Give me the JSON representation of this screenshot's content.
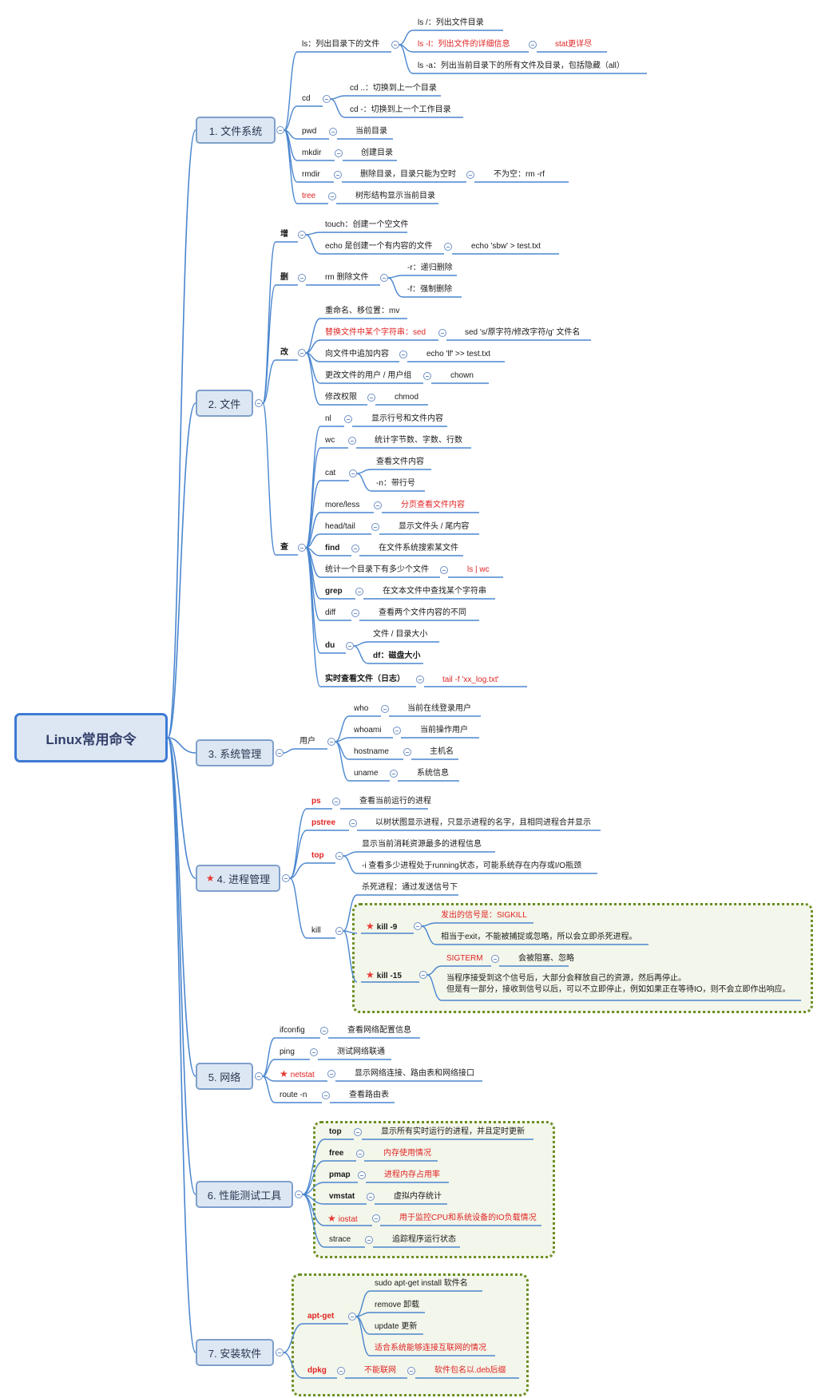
{
  "root": "Linux常用命令",
  "categories": {
    "fs": "1. 文件系统",
    "file": "2. 文件",
    "sys": "3. 系统管理",
    "proc": "4. 进程管理",
    "net": "5. 网络",
    "perf": "6. 性能测试工具",
    "install": "7. 安装软件"
  },
  "fs": {
    "ls": "ls：列出目录下的文件",
    "ls_root": "ls /：列出文件目录",
    "ls_l": "ls -l：列出文件的详细信息",
    "stat": "stat更详尽",
    "ls_a": "ls -a：列出当前目录下的所有文件及目录，包括隐藏（all）",
    "cd": "cd",
    "cd_up": "cd ..：切换到上一个目录",
    "cd_prev": "cd -：切换到上一个工作目录",
    "pwd": "pwd",
    "pwd_desc": "当前目录",
    "mkdir": "mkdir",
    "mkdir_desc": "创建目录",
    "rmdir": "rmdir",
    "rmdir_desc": "删除目录，目录只能为空时",
    "rmdir_nonempty": "不为空：rm -rf",
    "tree": "tree",
    "tree_desc": "树形结构显示当前目录"
  },
  "file": {
    "add": "增",
    "touch": "touch：创建一个空文件",
    "echo_create": "echo 是创建一个有内容的文件",
    "echo_example": "echo 'sbw' > test.txt",
    "del": "删",
    "rm": "rm 删除文件",
    "rm_r": "-r：递归删除",
    "rm_f": "-f：强制删除",
    "mod": "改",
    "mv": "重命名、移位置：mv",
    "sed": "替换文件中某个字符串：sed",
    "sed_example": "sed 's/原字符/修改字符/g' 文件名",
    "append": "向文件中追加内容",
    "append_example": "echo 'lf' >> test.txt",
    "owner": "更改文件的用户 / 用户组",
    "chown": "chown",
    "perm": "修改权限",
    "chmod": "chmod",
    "query": "查",
    "nl": "nl",
    "nl_desc": "显示行号和文件内容",
    "wc": "wc",
    "wc_desc": "统计字节数、字数、行数",
    "cat": "cat",
    "cat_desc": "查看文件内容",
    "cat_n": "-n：带行号",
    "more": "more/less",
    "more_desc": "分页查看文件内容",
    "head": "head/tail",
    "head_desc": "显示文件头 / 尾内容",
    "find": "find",
    "find_desc": "在文件系统搜索某文件",
    "count": "统计一个目录下有多少个文件",
    "count_cmd": "ls | wc",
    "grep": "grep",
    "grep_desc": "在文本文件中查找某个字符串",
    "diff": "diff",
    "diff_desc": "查看两个文件内容的不同",
    "du": "du",
    "du_desc": "文件 / 目录大小",
    "df": "df：磁盘大小",
    "tail": "实时查看文件（日志）",
    "tail_cmd": "tail -f 'xx_log.txt'"
  },
  "sys": {
    "user": "用户",
    "who": "who",
    "who_desc": "当前在线登录用户",
    "whoami": "whoami",
    "whoami_desc": "当前操作用户",
    "hostname": "hostname",
    "hostname_desc": "主机名",
    "uname": "uname",
    "uname_desc": "系统信息"
  },
  "proc": {
    "ps": "ps",
    "ps_desc": "查看当前运行的进程",
    "pstree": "pstree",
    "pstree_desc": "以树状图显示进程，只显示进程的名字，且相同进程合并显示",
    "top": "top",
    "top_desc1": "显示当前消耗资源最多的进程信息",
    "top_desc2": "-i 查看多少进程处于running状态，可能系统存在内存或I/O瓶颈",
    "kill": "kill",
    "kill_desc": "杀死进程：通过发送信号下",
    "kill9": "kill -9",
    "kill9_signal": "发出的信号是：SIGKILL",
    "kill9_desc": "相当于exit，不能被捕捉或忽略，所以会立即杀死进程。",
    "kill15": "kill -15",
    "sigterm": "SIGTERM",
    "sigterm_desc": "会被阻塞、忽略",
    "kill15_desc1": "当程序接受到这个信号后，大部分会释放自己的资源，然后再停止。",
    "kill15_desc2": "但是有一部分，接收到信号以后，可以不立即停止，例如如果正在等待IO，则不会立即作出响应。"
  },
  "net": {
    "ifconfig": "ifconfig",
    "ifconfig_desc": "查看网络配置信息",
    "ping": "ping",
    "ping_desc": "测试网络联通",
    "netstat": "netstat",
    "netstat_desc": "显示网络连接、路由表和网络接口",
    "route": "route -n",
    "route_desc": "查看路由表"
  },
  "perf": {
    "top": "top",
    "top_desc": "显示所有实时运行的进程，并且定时更新",
    "free": "free",
    "free_desc": "内存使用情况",
    "pmap": "pmap",
    "pmap_desc": "进程内存占用率",
    "vmstat": "vmstat",
    "vmstat_desc": "虚拟内存统计",
    "iostat": "iostat",
    "iostat_desc": "用于监控CPU和系统设备的IO负载情况",
    "strace": "strace",
    "strace_desc": "追踪程序运行状态"
  },
  "install": {
    "aptget": "apt-get",
    "apt_install": "sudo apt-get install 软件名",
    "apt_remove": "remove 卸载",
    "apt_update": "update 更新",
    "apt_note": "适合系统能够连接互联网的情况",
    "dpkg": "dpkg",
    "dpkg_note": "不能联网",
    "dpkg_pkg": "软件包名以.deb后缀"
  }
}
